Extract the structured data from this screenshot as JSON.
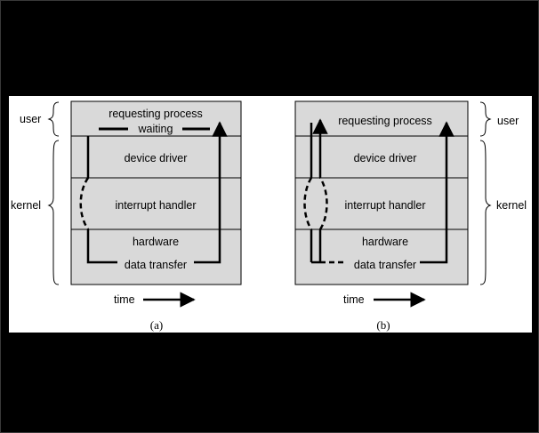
{
  "diagram_a": {
    "caption": "(a)",
    "side_labels": {
      "user": "user",
      "kernel": "kernel"
    },
    "layers": {
      "requesting_process": "requesting process",
      "waiting": "waiting",
      "device_driver": "device driver",
      "interrupt_handler": "interrupt handler",
      "hardware": "hardware",
      "data_transfer": "data transfer"
    },
    "time_label": "time"
  },
  "diagram_b": {
    "caption": "(b)",
    "side_labels": {
      "user": "user",
      "kernel": "kernel"
    },
    "layers": {
      "requesting_process": "requesting process",
      "device_driver": "device driver",
      "interrupt_handler": "interrupt handler",
      "hardware": "hardware",
      "data_transfer": "data transfer"
    },
    "time_label": "time"
  },
  "colors": {
    "background": "#000000",
    "panel": "#ffffff",
    "box_fill": "#d9d9d9",
    "line": "#000000"
  }
}
